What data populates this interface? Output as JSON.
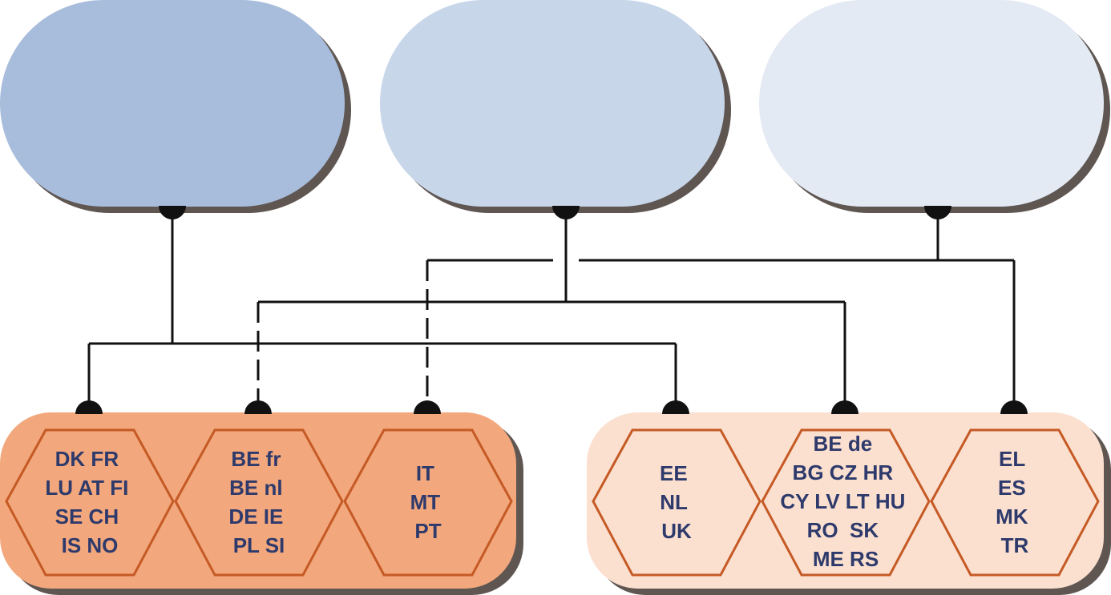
{
  "top_boxes": [
    {
      "id": "left",
      "color": "#a8bddb"
    },
    {
      "id": "middle",
      "color": "#c8d6e9"
    },
    {
      "id": "right",
      "color": "#e4eaf4"
    }
  ],
  "panels": [
    {
      "id": "left-panel",
      "color": "#f2a77c"
    },
    {
      "id": "right-panel",
      "color": "#fbe0d0"
    }
  ],
  "groups": {
    "g1": [
      "DK FR",
      "LU AT FI",
      "SE CH",
      "IS NO"
    ],
    "g2": [
      "BE fr",
      "BE nl",
      "DE IE",
      "PL SI"
    ],
    "g3": [
      "IT",
      "MT",
      "PT"
    ],
    "g4": [
      "EE",
      "NL",
      "UK"
    ],
    "g5": [
      "BE de",
      "BG CZ HR",
      "CY LV LT HU",
      "RO  SK",
      "ME RS"
    ],
    "g6": [
      "EL",
      "ES",
      "MK",
      "TR"
    ]
  },
  "colors": {
    "hex_stroke": "#c55a25",
    "text": "#2e3a6b",
    "connector": "#111111",
    "shadow": "#5f5652"
  }
}
